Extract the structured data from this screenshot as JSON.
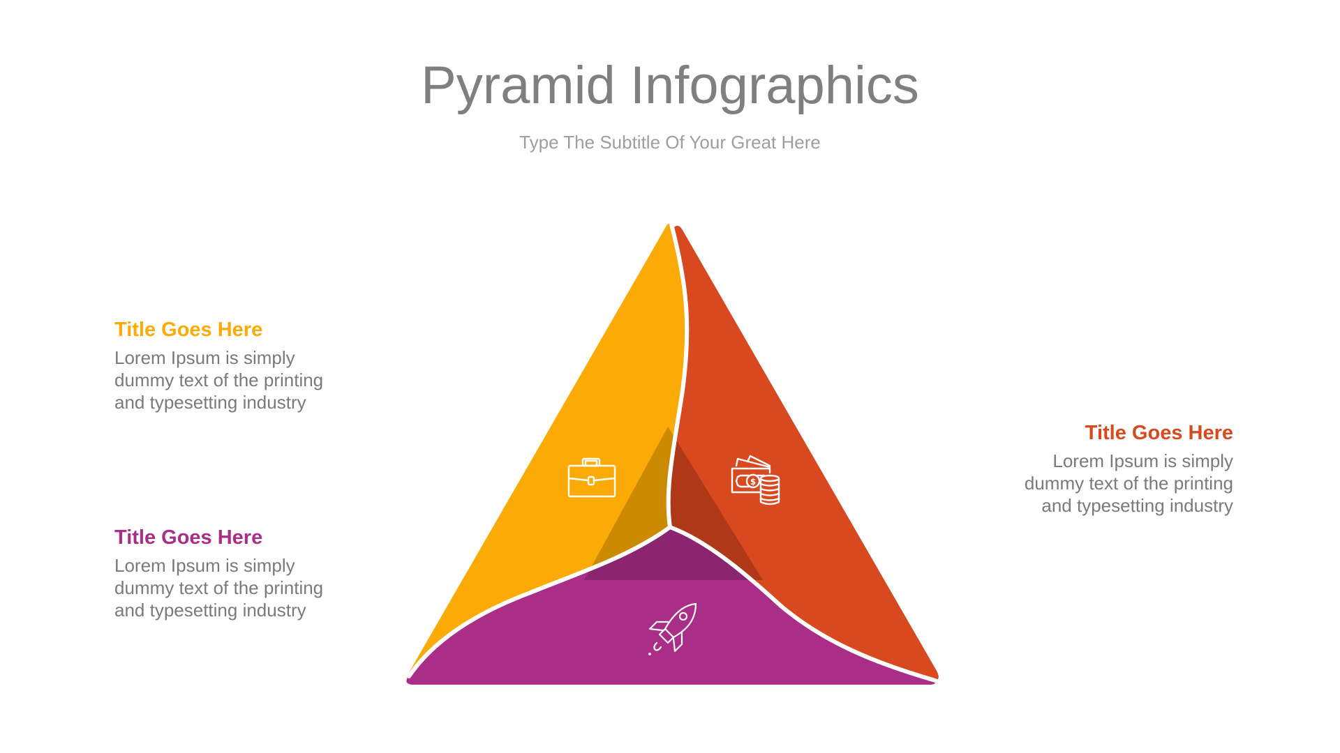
{
  "header": {
    "title": "Pyramid Infographics",
    "subtitle": "Type The Subtitle Of Your Great Here"
  },
  "colors": {
    "yellow": "#FCAA05",
    "yellow_shade": "#CC8A00",
    "orange": "#D9491F",
    "orange_shade": "#AE3818",
    "purple": "#AA2D88",
    "purple_shade": "#8B2570",
    "title_gray": "#7F7F7F",
    "body_gray": "#7A7A7A"
  },
  "segments": [
    {
      "id": "left",
      "color": "#FCAA05",
      "icon": "briefcase-icon",
      "title": "Title Goes Here",
      "body_lines": [
        "Lorem Ipsum is simply",
        "dummy text of the printing",
        "and typesetting industry"
      ]
    },
    {
      "id": "bottom",
      "color": "#AA2D88",
      "icon": "rocket-icon",
      "title": "Title Goes Here",
      "body_lines": [
        "Lorem Ipsum is simply",
        "dummy text of the printing",
        "and typesetting industry"
      ]
    },
    {
      "id": "right",
      "color": "#D9491F",
      "icon": "money-coins-icon",
      "title": "Title Goes Here",
      "body_lines": [
        "Lorem Ipsum is simply",
        "dummy text of the printing",
        "and typesetting industry"
      ]
    }
  ]
}
